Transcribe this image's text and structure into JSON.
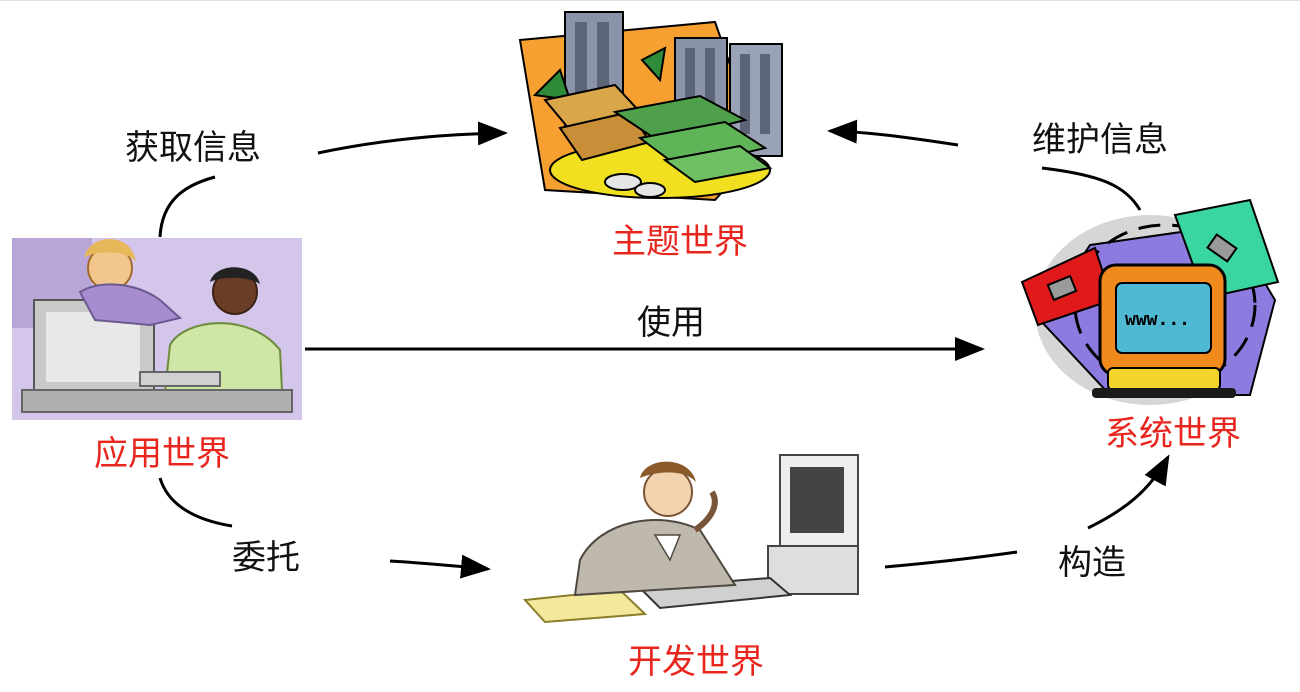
{
  "colors": {
    "arrow": "#000000",
    "world_label": "#e8261e",
    "edge_label": "#111111"
  },
  "worlds": {
    "subject": "主题世界",
    "application": "应用世界",
    "system": "系统世界",
    "development": "开发世界"
  },
  "edges": {
    "get_info": "获取信息",
    "maintain_info": "维护信息",
    "use": "使用",
    "delegate": "委托",
    "construct": "构造"
  },
  "illustrations": {
    "subject": "city-money-illustration",
    "application": "office-workers-illustration",
    "system": "computer-satellites-illustration",
    "development": "woman-at-computer-illustration"
  },
  "screen_text": "www..."
}
